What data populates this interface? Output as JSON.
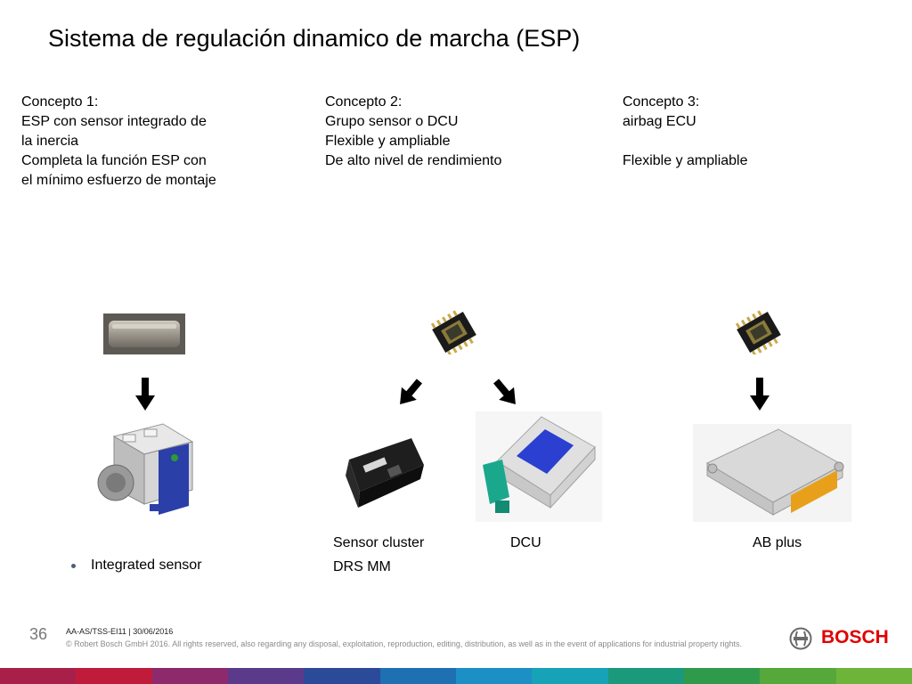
{
  "slide": {
    "title": "Sistema de regulación dinamico de marcha (ESP)"
  },
  "concepts": [
    {
      "lines": [
        "Concepto 1:",
        "ESP con sensor integrado de",
        "la inercia",
        "Completa la función ESP con",
        "el mínimo esfuerzo de montaje"
      ]
    },
    {
      "lines": [
        "Concepto 2:",
        "Grupo sensor o DCU",
        "Flexible y ampliable",
        "De alto nivel de rendimiento"
      ]
    },
    {
      "lines": [
        "Concepto 3:",
        "airbag ECU",
        "",
        "Flexible y ampliable"
      ]
    }
  ],
  "products": {
    "label_sensor_cluster": "Sensor cluster",
    "label_drs_mm": "DRS MM",
    "label_dcu": "DCU",
    "label_ab_plus": "AB plus",
    "bullet_integrated_sensor": "Integrated sensor"
  },
  "footer": {
    "page_number": "36",
    "reference": "AA-AS/TSS-EI11 | 30/06/2016",
    "copyright": "© Robert Bosch GmbH 2016. All rights reserved, also regarding any disposal, exploitation, reproduction, editing, distribution, as well as in the event of applications for industrial property rights.",
    "brand": "BOSCH"
  },
  "colors": {
    "bosch_red": "#e00000",
    "supergraphic": [
      "#a8204a",
      "#c11b3c",
      "#8e2a6b",
      "#5b3a8c",
      "#2c4a9a",
      "#1f6fb3",
      "#1c8fc4",
      "#17a2b8",
      "#1a9a7a",
      "#2f9a4c",
      "#56a83a",
      "#6fb43a"
    ]
  }
}
